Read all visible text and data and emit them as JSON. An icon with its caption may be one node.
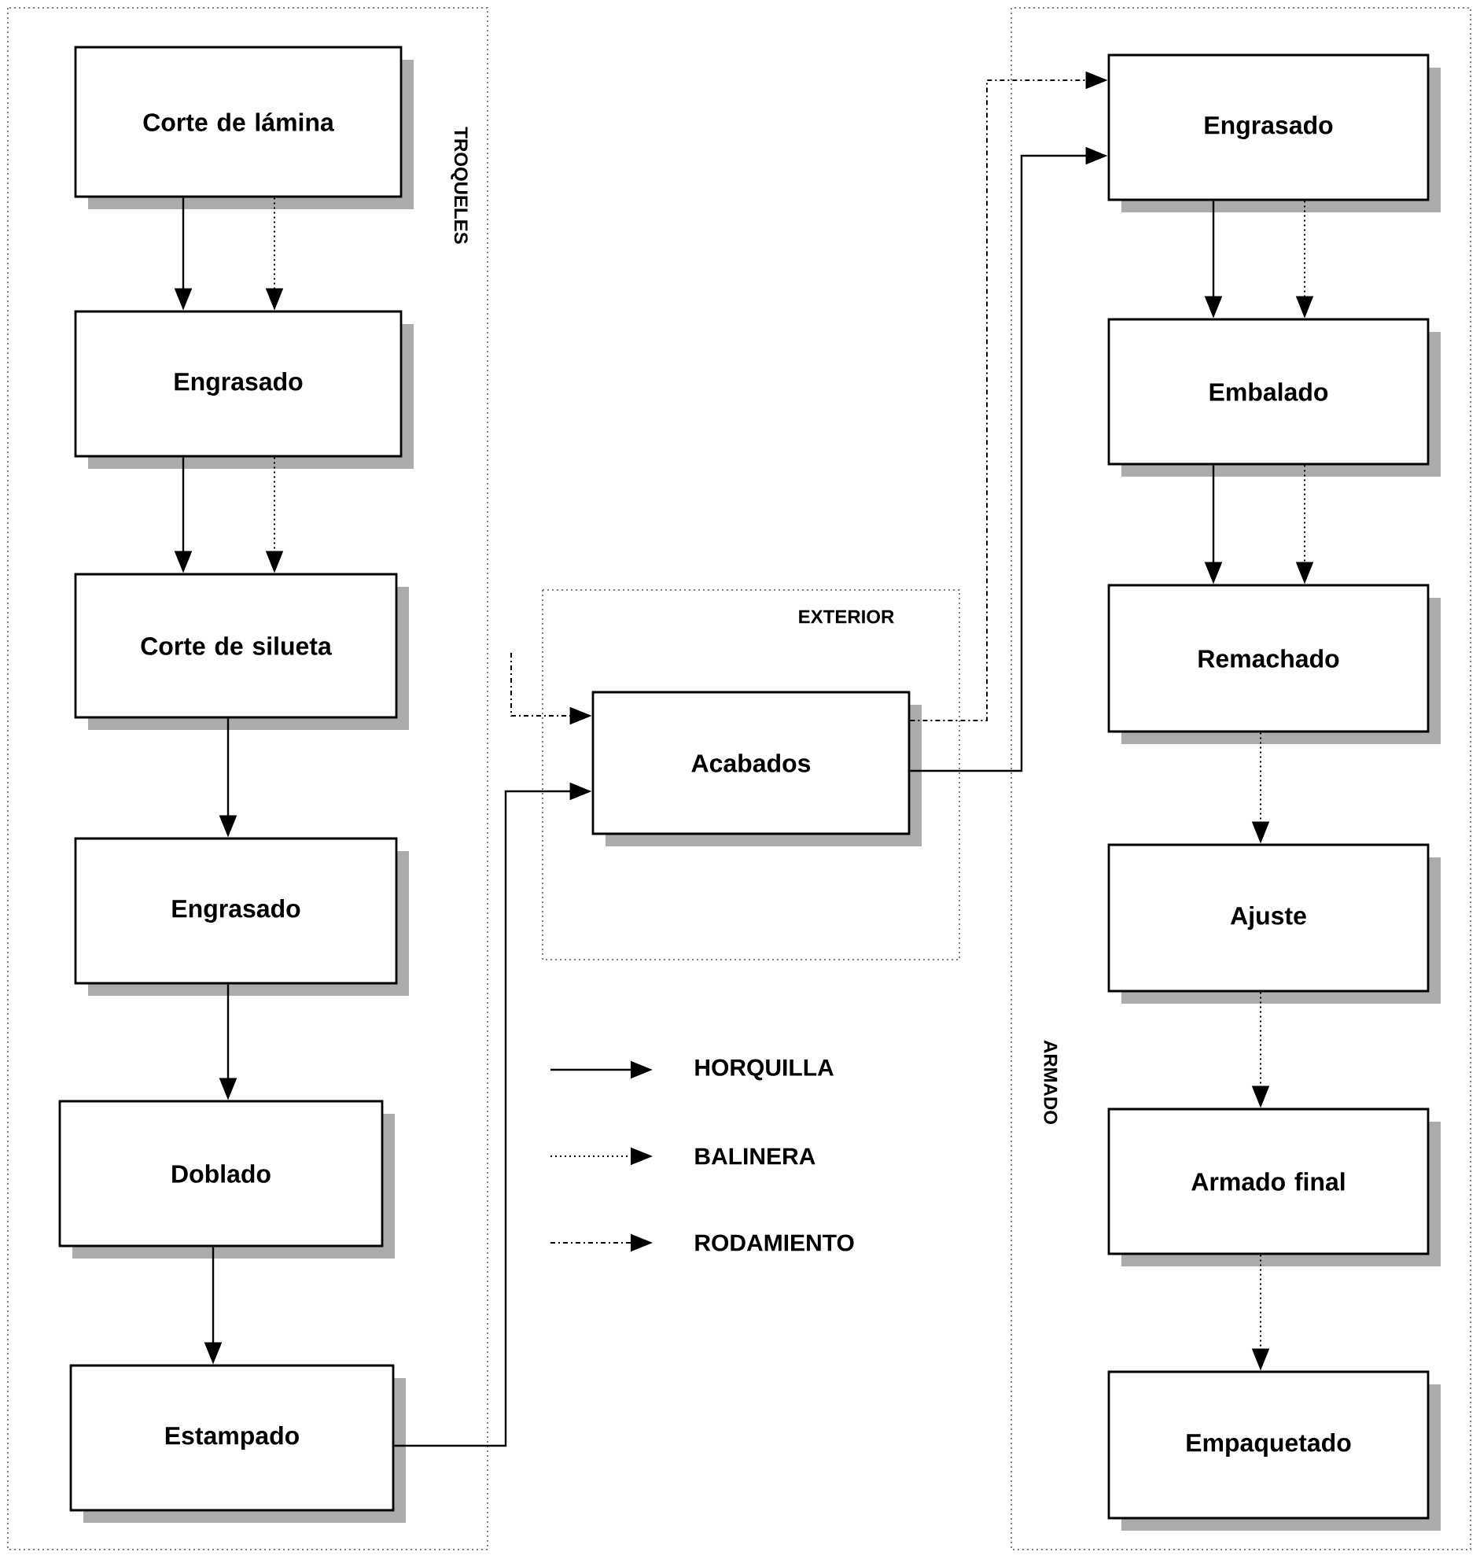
{
  "diagram": {
    "nodes": [
      {
        "text": [
          "TROQUELES"
        ]
      },
      {
        "text": [
          "Corte de lámina"
        ],
        "in": 0
      },
      {
        "text": [
          "Engrasado"
        ],
        "in": 0
      },
      {
        "text": [
          "Corte de silueta"
        ],
        "in": 0
      },
      {
        "text": [
          "Engrasado"
        ],
        "in": 0
      },
      {
        "text": [
          "Doblado"
        ],
        "in": 0
      },
      {
        "text": [
          "Estampado"
        ],
        "in": 0
      },
      {
        "text": [
          "EXTERIOR"
        ]
      },
      {
        "text": [
          "Acabados"
        ],
        "in": 7
      },
      {
        "text": [
          "ARMADO"
        ]
      },
      {
        "text": [
          "Engrasado"
        ],
        "in": 9
      },
      {
        "text": [
          "Embalado"
        ],
        "in": 9
      },
      {
        "text": [
          "Remachado"
        ],
        "in": 9
      },
      {
        "text": [
          "Ajuste"
        ],
        "in": 9
      },
      {
        "text": [
          "Armado final"
        ],
        "in": 9
      },
      {
        "text": [
          "Empaquetado"
        ],
        "in": 9
      }
    ],
    "edges": [
      {
        "from": 1,
        "to": 2,
        "arrow": "to"
      },
      {
        "from": 1,
        "to": 2,
        "arrow": "to",
        "style": "dashed"
      },
      {
        "from": 2,
        "to": 3,
        "arrow": "to"
      },
      {
        "from": 2,
        "to": 3,
        "arrow": "to",
        "style": "dashed"
      },
      {
        "from": 3,
        "to": 4,
        "arrow": "to"
      },
      {
        "from": 4,
        "to": 5,
        "arrow": "to"
      },
      {
        "from": 5,
        "to": 6,
        "arrow": "to"
      },
      {
        "from": 6,
        "to": 8,
        "arrow": "to"
      },
      {
        "from": null,
        "to": 8,
        "arrow": "to",
        "style": "dashed"
      },
      {
        "from": 8,
        "to": 10,
        "arrow": "to"
      },
      {
        "from": 8,
        "to": 10,
        "arrow": "to",
        "style": "dashed"
      },
      {
        "from": 10,
        "to": 11,
        "arrow": "to"
      },
      {
        "from": 10,
        "to": 11,
        "arrow": "to",
        "style": "dashed"
      },
      {
        "from": 11,
        "to": 12,
        "arrow": "to"
      },
      {
        "from": 11,
        "to": 12,
        "arrow": "to",
        "style": "dashed"
      },
      {
        "from": 12,
        "to": 13,
        "arrow": "to",
        "style": "dashed"
      },
      {
        "from": 13,
        "to": 14,
        "arrow": "to",
        "style": "dashed"
      },
      {
        "from": 14,
        "to": 15,
        "arrow": "to",
        "style": "dashed"
      }
    ],
    "legend": [
      {
        "text": "HORQUILLA"
      },
      {
        "text": "BALINERA"
      },
      {
        "text": "RODAMIENTO"
      }
    ]
  }
}
